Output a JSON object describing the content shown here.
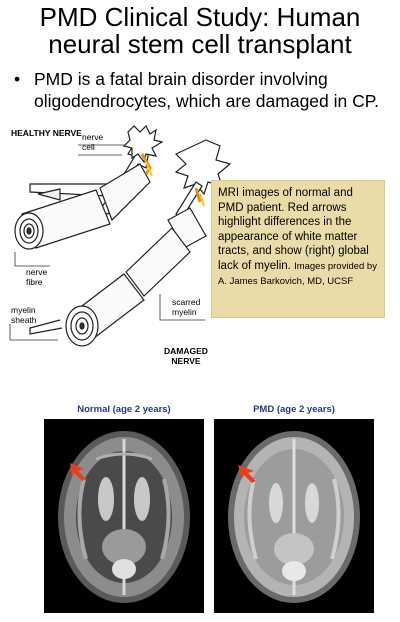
{
  "title": "PMD Clinical Study: Human neural stem cell transplant",
  "bullet": {
    "symbol": "•",
    "text": "PMD is a fatal brain disorder involving oligodendrocytes, which are damaged in CP."
  },
  "diagram": {
    "healthy_label": "HEALTHY NERVE",
    "nerve_cell_label": "nerve cell",
    "nerve_fibre_label": "nerve fibre",
    "myelin_sheath_label": "myelin sheath",
    "scarred_myelin_label": "scarred myelin",
    "damaged_label": "DAMAGED NERVE"
  },
  "callout": {
    "text": "MRI images of normal and PMD patient. Red arrows highlight differences in the appearance of white matter tracts, and show (right) global lack of myelin.",
    "credit": "Images provided by A. James Barkovich, MD, UCSF",
    "background": "#e9dca8"
  },
  "mri_images": [
    {
      "caption": "Normal (age 2 years)"
    },
    {
      "caption": "PMD (age 2 years)"
    }
  ],
  "colors": {
    "caption_text": "#1f3b86",
    "arrow": "#e8401c"
  }
}
